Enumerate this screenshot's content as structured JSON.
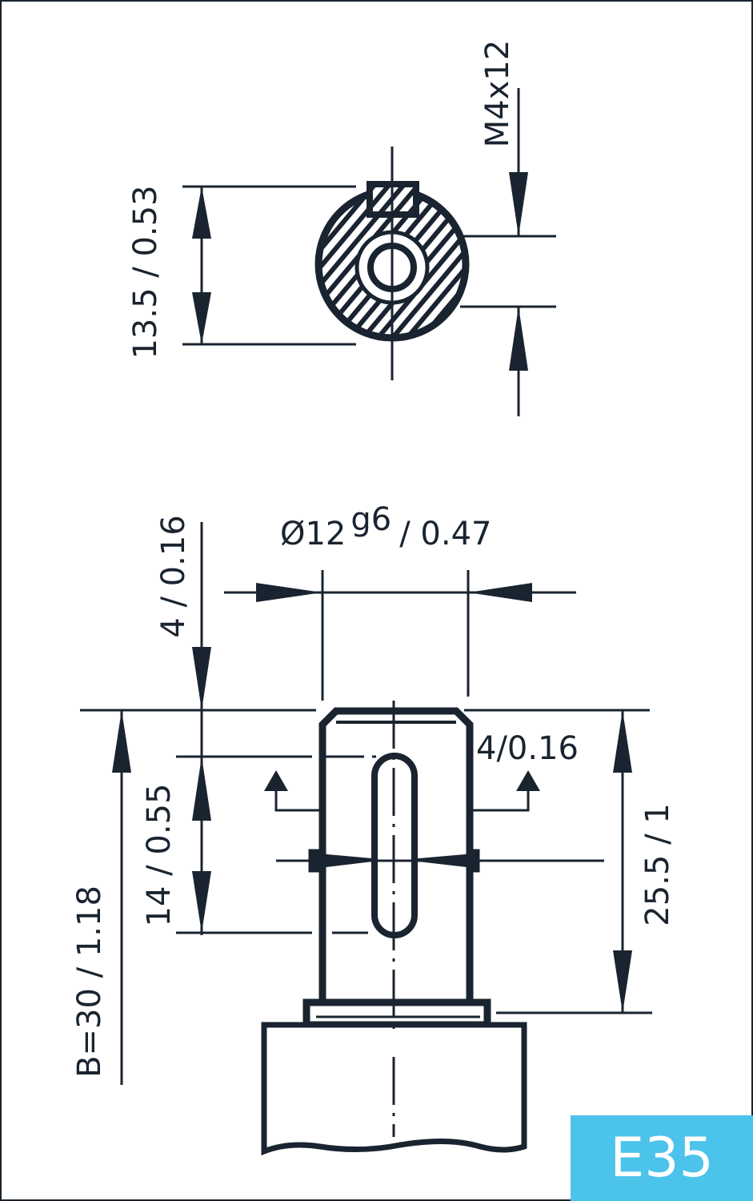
{
  "drawing": {
    "labels": {
      "top_height": "13.5 / 0.53",
      "thread": "M4x12",
      "diameter_main": "Ø12",
      "diameter_tolerance": "g6",
      "diameter_inch": "/ 0.47",
      "top_offset": "4 / 0.16",
      "key_offset": "4/0.16",
      "key_length": "14 / 0.55",
      "shaft_length": "25.5 / 1",
      "b_length": "B=30 / 1.18"
    },
    "line_color": "#1a2430"
  },
  "badge": {
    "label": "E35",
    "color": "#4cc3ea"
  }
}
